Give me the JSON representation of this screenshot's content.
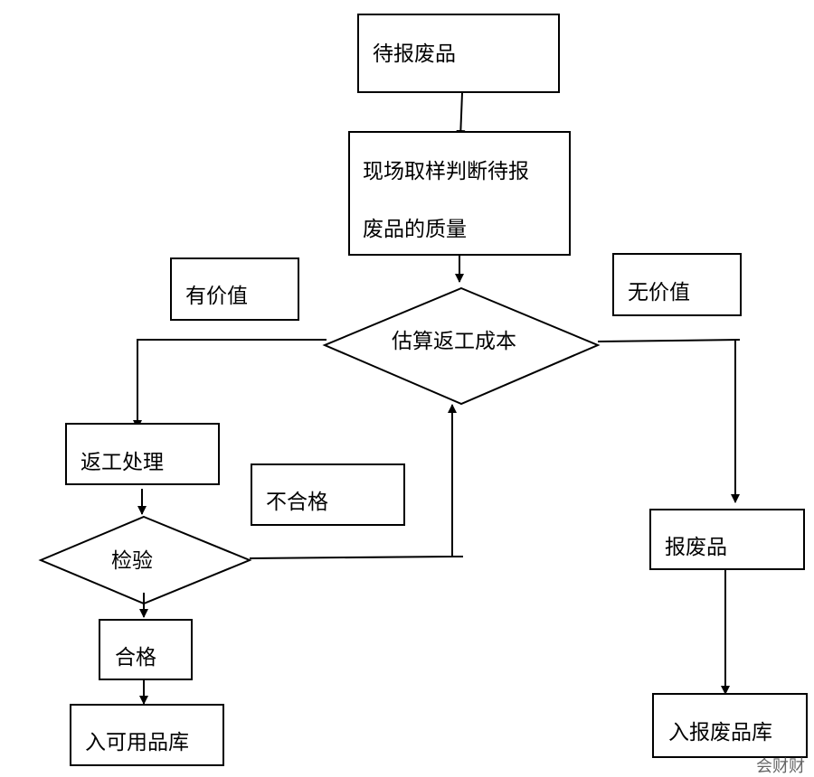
{
  "nodes": {
    "pending_scrap": "待报废品",
    "sample_judge_line1": "现场取样判断待报",
    "sample_judge_line2": "废品的质量",
    "estimate_cost": "估算返工成本",
    "has_value": "有价值",
    "no_value": "无价值",
    "rework": "返工处理",
    "unqualified": "不合格",
    "inspection": "检验",
    "qualified": "合格",
    "usable_warehouse": "入可用品库",
    "scrap": "报废品",
    "scrap_warehouse": "入报废品库"
  },
  "watermark": "会财财"
}
